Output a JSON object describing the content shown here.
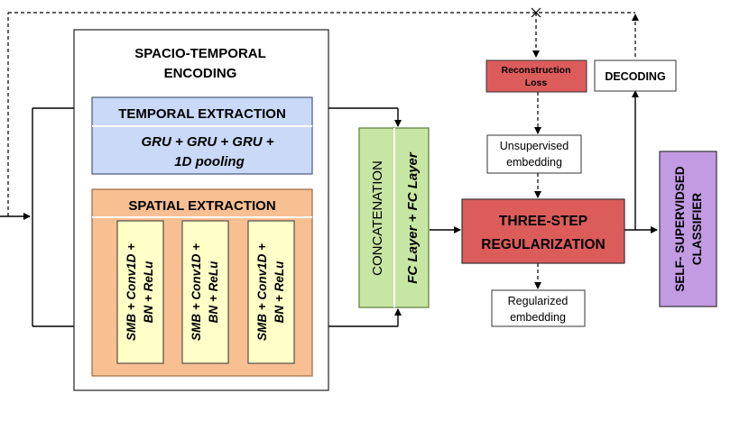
{
  "encoding": {
    "title_line1": "SPACIO-TEMPORAL",
    "title_line2": "ENCODING"
  },
  "temporal": {
    "title": "TEMPORAL EXTRACTION",
    "detail_line1": "GRU + GRU + GRU +",
    "detail_line2": "1D pooling"
  },
  "spatial": {
    "title": "SPATIAL EXTRACTION",
    "blocks": [
      {
        "line1": "SMB + Conv1D +",
        "line2": "BN + ReLu"
      },
      {
        "line1": "SMB + Conv1D +",
        "line2": "BN + ReLu"
      },
      {
        "line1": "SMB + Conv1D +",
        "line2": "BN + ReLu"
      }
    ]
  },
  "concat": {
    "label": "CONCATENATION",
    "fc_label": "FC Layer + FC Layer"
  },
  "reconstruction": {
    "line1": "Reconstruction",
    "line2": "Loss"
  },
  "decoding": {
    "label": "DECODING"
  },
  "unsupervised": {
    "line1": "Unsupervised",
    "line2": "embedding"
  },
  "regularization": {
    "line1": "THREE-STEP",
    "line2": "REGULARIZATION"
  },
  "regularized": {
    "line1": "Regularized",
    "line2": "embedding"
  },
  "classifier": {
    "line1": "SELF- SUPERVIDSED",
    "line2": "CLASSIFIER"
  },
  "colors": {
    "temporal_fill": "#c9d9f7",
    "spatial_fill": "#f8bf92",
    "block_fill": "#ffffc8",
    "concat_fill": "#c7e6a3",
    "reconstruction_fill": "#dc5c5c",
    "regularization_fill": "#dc5c5c",
    "classifier_fill": "#c39be3",
    "line": "#000000"
  }
}
